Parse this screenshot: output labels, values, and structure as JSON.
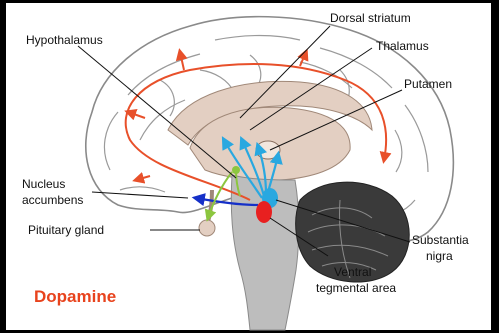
{
  "title": "Dopamine",
  "labels": {
    "hypothalamus": "Hypothalamus",
    "dorsal_striatum": "Dorsal striatum",
    "thalamus": "Thalamus",
    "putamen": "Putamen",
    "nucleus_accumbens_1": "Nucleus",
    "nucleus_accumbens_2": "accumbens",
    "pituitary_gland": "Pituitary gland",
    "substantia_nigra_1": "Substantia",
    "substantia_nigra_2": "nigra",
    "vta_1": "Ventral",
    "vta_2": "tegmental area"
  },
  "colors": {
    "title": "#e8431d",
    "mesocortical": "#e8502a",
    "nigrostriatal": "#29a8e0",
    "mesolimbic": "#1530c8",
    "tuberoinfundibular": "#8cc63f",
    "vta_nucleus": "#e82020",
    "brain_outline": "#8a8a8a",
    "brain_fill": "#ffffff",
    "midbrain_fill": "#e3cfc2",
    "brainstem_fill": "#bdbdbd",
    "cerebellum_fill": "#3a3a3a"
  }
}
